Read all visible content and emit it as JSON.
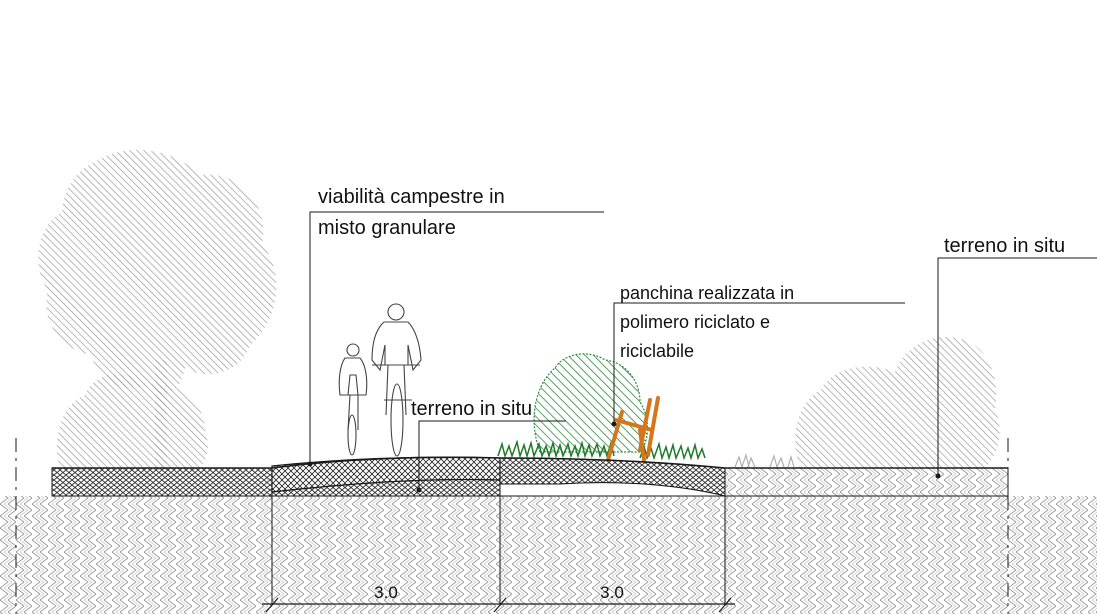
{
  "labels": {
    "road": [
      "viabilità campestre in",
      "misto granulare"
    ],
    "soil_left": "terreno in situ",
    "bench": [
      "panchina realizzata in",
      "polimero riciclato e",
      "riciclabile"
    ],
    "soil_right": "terreno in situ"
  },
  "dimensions": [
    "3.0",
    "3.0"
  ],
  "colors": {
    "foliage_gray": "#b9b9b9",
    "foliage_green": "#3f9a48",
    "grass_green": "#1f7a2a",
    "bench_orange": "#d4761c",
    "hatch": "#9a9a9a",
    "line": "#1a1a1a"
  }
}
